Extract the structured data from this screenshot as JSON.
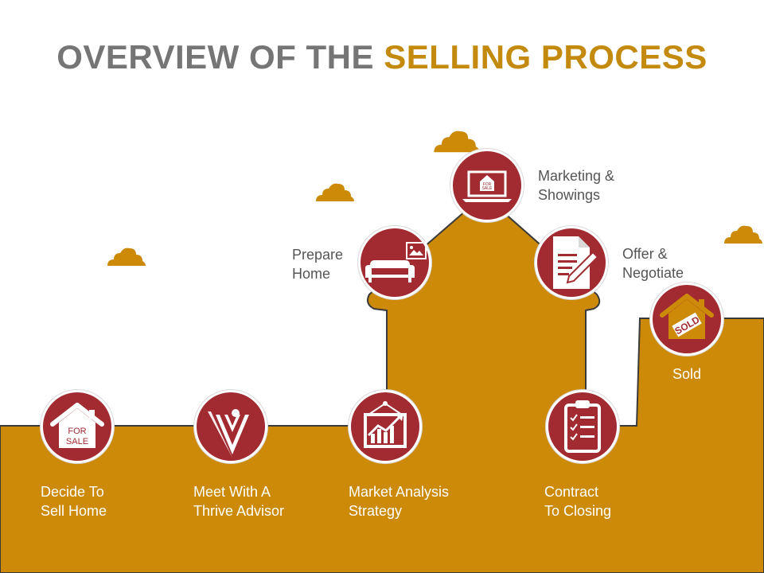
{
  "title": {
    "part1": "OVERVIEW OF THE",
    "part2": "SELLING PROCESS"
  },
  "colors": {
    "gold": "#cc8a08",
    "crimson": "#a12b31",
    "gray": "#757575",
    "title_accent": "#c48a0e"
  },
  "steps": [
    {
      "label": "Decide To\nSell Home",
      "icon": "for-sale-house-icon",
      "icon_text": "FOR\nSALE"
    },
    {
      "label": "Meet With A\nThrive Advisor",
      "icon": "advisor-logo-icon"
    },
    {
      "label": "Market Analysis\nStrategy",
      "icon": "market-chart-icon"
    },
    {
      "label": "Prepare\nHome",
      "icon": "sofa-picture-icon"
    },
    {
      "label": "Marketing &\nShowings",
      "icon": "laptop-for-sale-icon",
      "icon_text": "FOR\nSALE"
    },
    {
      "label": "Offer &\nNegotiate",
      "icon": "document-pen-icon"
    },
    {
      "label": "Contract\nTo Closing",
      "icon": "clipboard-checklist-icon"
    },
    {
      "label": "Sold",
      "icon": "sold-house-icon",
      "icon_text": "SOLD"
    }
  ]
}
